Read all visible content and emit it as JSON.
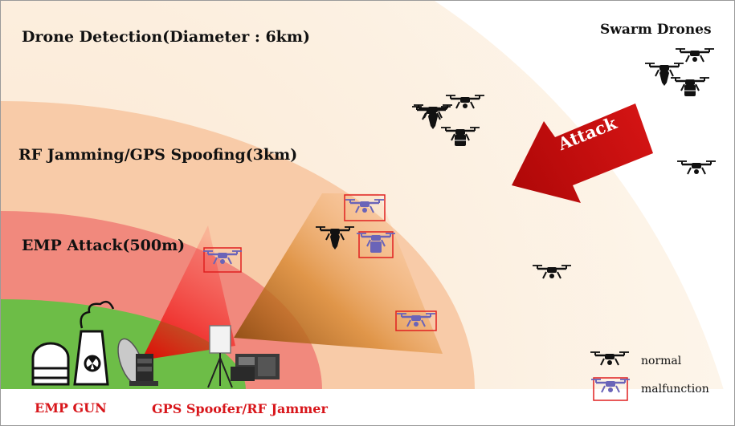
{
  "labels": {
    "detection": "Drone Detection(Diameter : 6km)",
    "rf": "RF Jamming/GPS Spoofing(3km)",
    "emp": "EMP Attack(500m)",
    "swarm": "Swarm Drones",
    "attack": "Attack",
    "emp_gun": "EMP GUN",
    "spoofer": "GPS Spoofer/RF Jammer"
  },
  "legend": {
    "normal": "normal",
    "malfunction": "malfunction"
  },
  "colors": {
    "detection_zone": "#fdf1e2",
    "rf_zone": "#f9c9a6",
    "emp_zone": "#f28c80",
    "ground_zone": "#6fbf4a",
    "attack_arrow": "#c80c0c",
    "malfunction_box": "#e02020",
    "malfunction_drone": "#6a64b8",
    "normal_drone": "#111111"
  }
}
